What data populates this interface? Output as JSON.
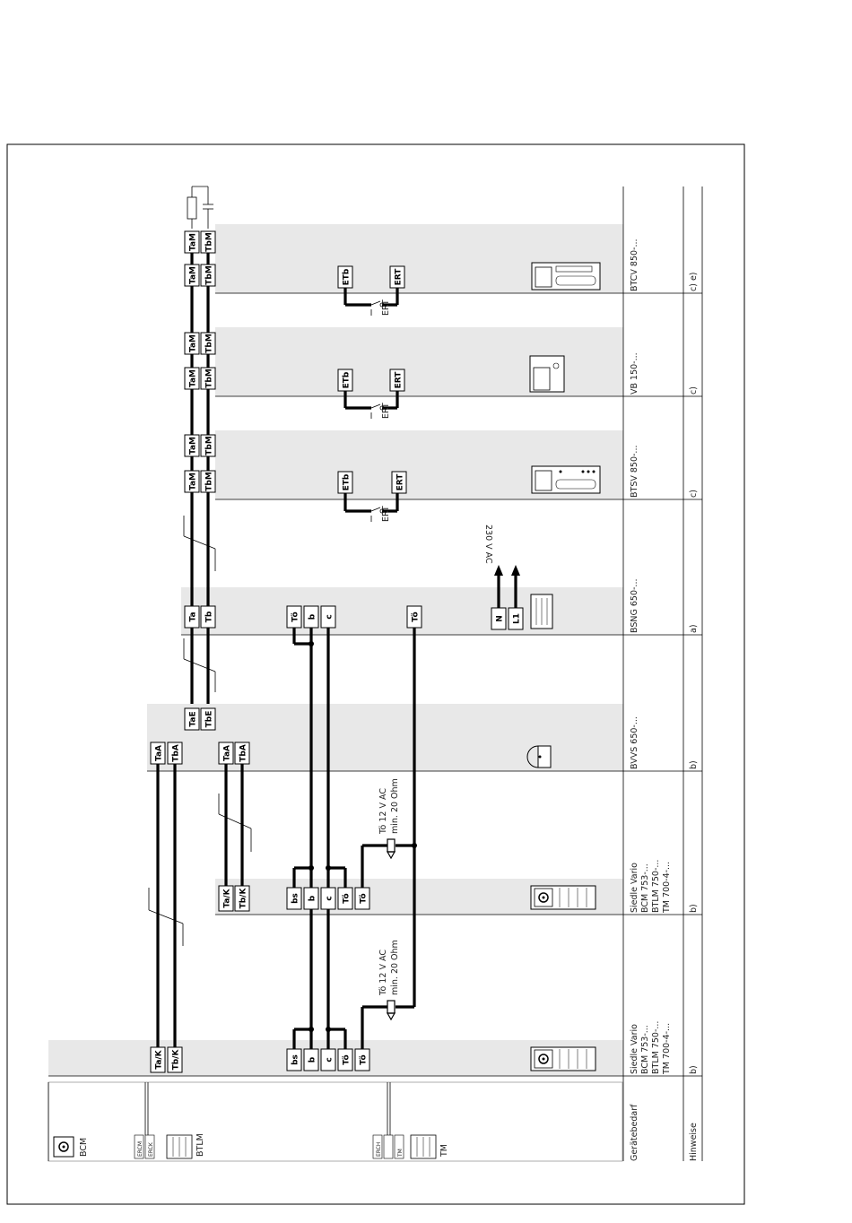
{
  "terminals": {
    "btcv": [
      "TaM",
      "TbM",
      "TaM",
      "TbM",
      "ETb",
      "ERT"
    ],
    "vb": [
      "TaM",
      "TbM",
      "TaM",
      "TbM",
      "ETb",
      "ERT"
    ],
    "btsv": [
      "TaM",
      "TbM",
      "TaM",
      "TbM",
      "ETb",
      "ERT"
    ],
    "bsng": [
      "Ta",
      "Tb",
      "Tö",
      "b",
      "c",
      "Tö",
      "N",
      "L1"
    ],
    "bvvs": [
      "TaE",
      "TbE",
      "TaA",
      "TbA",
      "TaA",
      "TbA"
    ],
    "vario2": [
      "Ta/K",
      "Tb/K",
      "bs",
      "b",
      "c",
      "Tö",
      "Tö"
    ],
    "vario1": [
      "Ta/K",
      "Tb/K",
      "bs",
      "b",
      "c",
      "Tö",
      "Tö"
    ]
  },
  "labels": {
    "ert_btcv": "ERT",
    "ert_vb": "ERT",
    "ert_btsv": "ERT",
    "voltage_230": "230 V AC",
    "to_a_line1": "Tö 12 V AC",
    "to_a_line2": "min. 20 Ohm",
    "to_b_line1": "Tö 12 V AC",
    "to_b_line2": "min. 20 Ohm",
    "legend_bcm": "BCM",
    "legend_btlm": "BTLM",
    "legend_tm": "TM",
    "legend_small": [
      "ERCM",
      "ERCK",
      "ERCH",
      "TM"
    ]
  },
  "rows": {
    "geraetebedarf_header": "Gerätebedarf",
    "hinweise_header": "Hinweise",
    "devices": {
      "btcv": [
        "BTCV 850-..."
      ],
      "vb": [
        "VB 150-..."
      ],
      "btsv": [
        "BTSV 850-..."
      ],
      "bsng": [
        "BSNG 650-..."
      ],
      "bvvs": [
        "BVVS 650-..."
      ],
      "vario2": [
        "Siedle Vario",
        "BCM 753-...",
        "BTLM 750-...",
        "TM 700-4-..."
      ],
      "vario1": [
        "Siedle Vario",
        "BCM 753-...",
        "BTLM 750-...",
        "TM 700-4-..."
      ]
    },
    "notes": {
      "btcv": "c) e)",
      "vb": "c)",
      "btsv": "c)",
      "bsng": "a)",
      "bvvs": "b)",
      "vario2": "b)",
      "vario1": "b)"
    }
  }
}
